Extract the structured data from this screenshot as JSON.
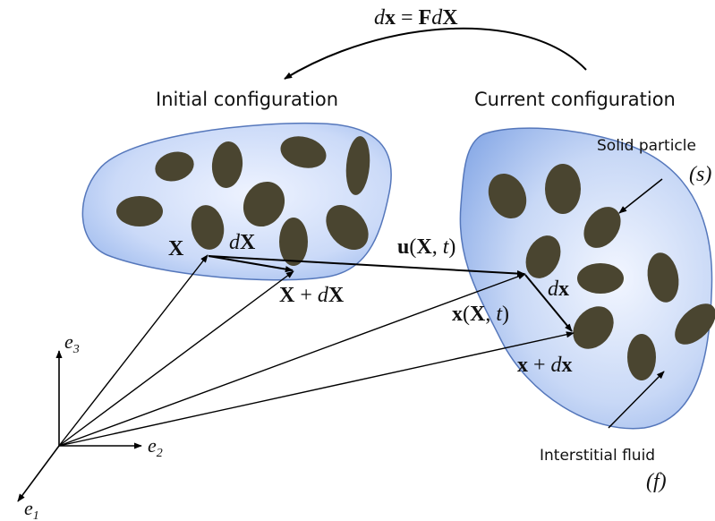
{
  "deformation_gradient_eq": {
    "d": "d",
    "x": "x",
    "eq": " = ",
    "F": "F",
    "d2": "d",
    "X": "X"
  },
  "initial_configuration_label": "Initial configuration",
  "current_configuration_label": "Current configuration",
  "solid_particle_label": "Solid particle",
  "solid_particle_symbol": "(s)",
  "interstitial_fluid_label": "Interstitial fluid",
  "interstitial_fluid_symbol": "(f)",
  "point_X": "X",
  "vector_dX": {
    "d": "d",
    "X": "X"
  },
  "point_X_plus_dX": {
    "X": "X",
    "plus": " + ",
    "d": "d",
    "X2": "X"
  },
  "displacement": {
    "u": "u",
    "open": "(",
    "X": "X",
    "comma": ", ",
    "t": "t",
    "close": ")"
  },
  "position_x": {
    "x": "x",
    "open": "(",
    "X": "X",
    "comma": ", ",
    "t": "t",
    "close": ")"
  },
  "vector_dx": {
    "d": "d",
    "x": "x"
  },
  "point_x_plus_dx": {
    "x": "x",
    "plus": " + ",
    "d": "d",
    "x2": "x"
  },
  "axes": {
    "e3": {
      "e": "e",
      "sub": "3"
    },
    "e2": {
      "e": "e",
      "sub": "2"
    },
    "e1": {
      "e": "e",
      "sub": "1"
    }
  },
  "colors": {
    "particle": "#4a4530",
    "body_fill_light": "#e9f0ff",
    "body_fill_dark": "#93b3ea",
    "body_stroke": "#5577bb",
    "line": "#000000"
  }
}
